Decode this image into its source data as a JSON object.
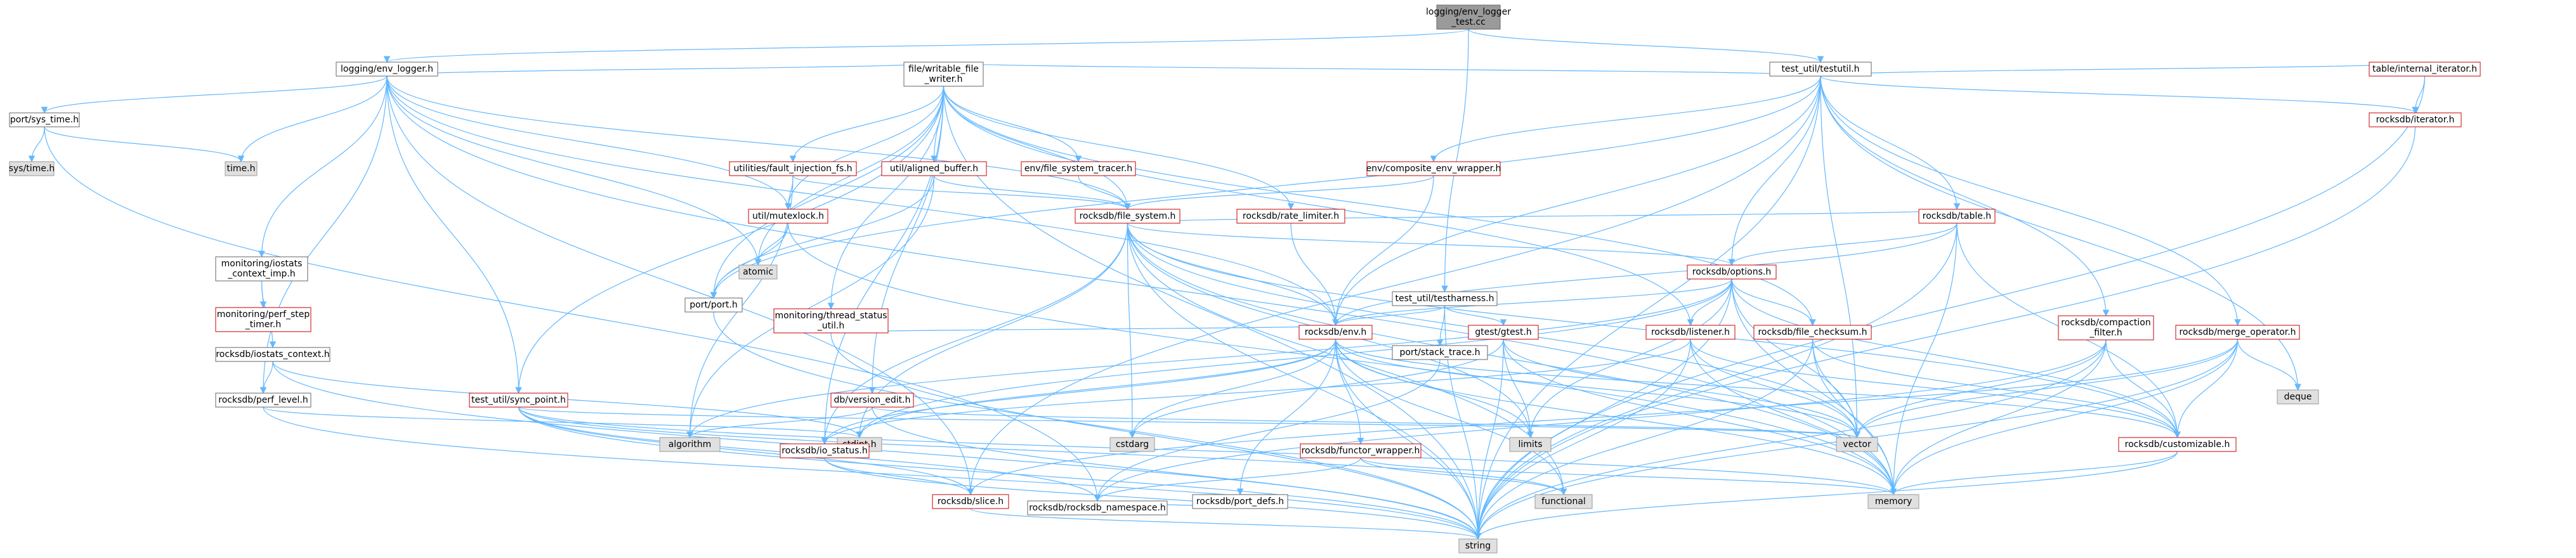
{
  "colors": {
    "root_fill": "#9a9a9a",
    "root_stroke": "#666666",
    "linked_stroke": "#c80000",
    "plain_stroke": "#666666",
    "node_fill": "#ffffff",
    "external_fill": "#e0e0e0",
    "external_stroke": "#999999",
    "edge": "#63b8ff"
  },
  "nodes": [
    {
      "id": "root",
      "lines": [
        "logging/env_logger",
        "_test.cc"
      ],
      "kind": "root"
    },
    {
      "id": "env_logger",
      "lines": [
        "logging/env_logger.h"
      ],
      "kind": "plain"
    },
    {
      "id": "testutil",
      "lines": [
        "test_util/testutil.h"
      ],
      "kind": "plain"
    },
    {
      "id": "testharness",
      "lines": [
        "test_util/testharness.h"
      ],
      "kind": "plain"
    },
    {
      "id": "sys_time",
      "lines": [
        "port/sys_time.h"
      ],
      "kind": "plain"
    },
    {
      "id": "writable_file_writer",
      "lines": [
        "file/writable_file",
        "_writer.h"
      ],
      "kind": "plain"
    },
    {
      "id": "table_iterator",
      "lines": [
        "table/internal_iterator.h"
      ],
      "kind": "linked"
    },
    {
      "id": "composite_env_wrapper",
      "lines": [
        "env/composite_env_wrapper.h"
      ],
      "kind": "linked"
    },
    {
      "id": "sys_time_h",
      "lines": [
        "sys/time.h"
      ],
      "kind": "external"
    },
    {
      "id": "time_h",
      "lines": [
        "time.h"
      ],
      "kind": "external"
    },
    {
      "id": "utilities_fault",
      "lines": [
        "utilities/fault_injection_fs.h"
      ],
      "kind": "linked"
    },
    {
      "id": "util_aligned",
      "lines": [
        "util/aligned_buffer.h"
      ],
      "kind": "linked"
    },
    {
      "id": "env_fs_tracer",
      "lines": [
        "env/file_system_tracer.h"
      ],
      "kind": "linked"
    },
    {
      "id": "rocksdb_iterator",
      "lines": [
        "rocksdb/iterator.h"
      ],
      "kind": "linked"
    },
    {
      "id": "util_mutexlock",
      "lines": [
        "util/mutexlock.h"
      ],
      "kind": "linked"
    },
    {
      "id": "rocksdb_file_system",
      "lines": [
        "rocksdb/file_system.h"
      ],
      "kind": "linked"
    },
    {
      "id": "rocksdb_rate_limiter",
      "lines": [
        "rocksdb/rate_limiter.h"
      ],
      "kind": "linked"
    },
    {
      "id": "monitoring_iostats_imp",
      "lines": [
        "monitoring/iostats",
        "_context_imp.h"
      ],
      "kind": "plain"
    },
    {
      "id": "rocksdb_table",
      "lines": [
        "rocksdb/table.h"
      ],
      "kind": "linked"
    },
    {
      "id": "atomic",
      "lines": [
        "atomic"
      ],
      "kind": "external"
    },
    {
      "id": "port_port",
      "lines": [
        "port/port.h"
      ],
      "kind": "plain"
    },
    {
      "id": "monitoring_perf_step",
      "lines": [
        "monitoring/perf_step",
        "_timer.h"
      ],
      "kind": "linked"
    },
    {
      "id": "rocksdb_iostats",
      "lines": [
        "rocksdb/iostats_context.h"
      ],
      "kind": "plain"
    },
    {
      "id": "monitoring_thread_status",
      "lines": [
        "monitoring/thread_status",
        "_util.h"
      ],
      "kind": "linked"
    },
    {
      "id": "rocksdb_options",
      "lines": [
        "rocksdb/options.h"
      ],
      "kind": "linked"
    },
    {
      "id": "port_stack_trace",
      "lines": [
        "port/stack_trace.h"
      ],
      "kind": "plain"
    },
    {
      "id": "gtest",
      "lines": [
        "gtest/gtest.h"
      ],
      "kind": "linked"
    },
    {
      "id": "rocksdb_perf_level",
      "lines": [
        "rocksdb/perf_level.h"
      ],
      "kind": "plain"
    },
    {
      "id": "test_sync_point",
      "lines": [
        "test_util/sync_point.h"
      ],
      "kind": "linked"
    },
    {
      "id": "db_version_edit",
      "lines": [
        "db/version_edit.h"
      ],
      "kind": "linked"
    },
    {
      "id": "rocksdb_env",
      "lines": [
        "rocksdb/env.h"
      ],
      "kind": "linked"
    },
    {
      "id": "rocksdb_listener",
      "lines": [
        "rocksdb/listener.h"
      ],
      "kind": "linked"
    },
    {
      "id": "rocksdb_file_checksum",
      "lines": [
        "rocksdb/file_checksum.h"
      ],
      "kind": "linked"
    },
    {
      "id": "rocksdb_compaction_filter",
      "lines": [
        "rocksdb/compaction",
        "_filter.h"
      ],
      "kind": "linked"
    },
    {
      "id": "rocksdb_merge_operator",
      "lines": [
        "rocksdb/merge_operator.h"
      ],
      "kind": "linked"
    },
    {
      "id": "deque",
      "lines": [
        "deque"
      ],
      "kind": "external"
    },
    {
      "id": "algorithm",
      "lines": [
        "algorithm"
      ],
      "kind": "external"
    },
    {
      "id": "stdint",
      "lines": [
        "stdint.h"
      ],
      "kind": "external"
    },
    {
      "id": "rocksdb_io_status",
      "lines": [
        "rocksdb/io_status.h"
      ],
      "kind": "linked"
    },
    {
      "id": "cstdarg",
      "lines": [
        "cstdarg"
      ],
      "kind": "external"
    },
    {
      "id": "rocksdb_functor",
      "lines": [
        "rocksdb/functor_wrapper.h"
      ],
      "kind": "linked"
    },
    {
      "id": "limits",
      "lines": [
        "limits"
      ],
      "kind": "external"
    },
    {
      "id": "vector",
      "lines": [
        "vector"
      ],
      "kind": "external"
    },
    {
      "id": "rocksdb_customizable",
      "lines": [
        "rocksdb/customizable.h"
      ],
      "kind": "linked"
    },
    {
      "id": "rocksdb_port_defs",
      "lines": [
        "rocksdb/port_defs.h"
      ],
      "kind": "plain"
    },
    {
      "id": "rocksdb_slice",
      "lines": [
        "rocksdb/slice.h"
      ],
      "kind": "linked"
    },
    {
      "id": "functional",
      "lines": [
        "functional"
      ],
      "kind": "external"
    },
    {
      "id": "rocksdb_namespace",
      "lines": [
        "rocksdb/rocksdb_namespace.h"
      ],
      "kind": "plain"
    },
    {
      "id": "memory",
      "lines": [
        "memory"
      ],
      "kind": "external"
    },
    {
      "id": "string",
      "lines": [
        "string"
      ],
      "kind": "external"
    }
  ],
  "edges": [
    [
      "root",
      "env_logger"
    ],
    [
      "root",
      "testutil"
    ],
    [
      "root",
      "testharness"
    ],
    [
      "env_logger",
      "sys_time"
    ],
    [
      "env_logger",
      "time_h"
    ],
    [
      "env_logger",
      "writable_file_writer"
    ],
    [
      "env_logger",
      "monitoring_iostats_imp"
    ],
    [
      "env_logger",
      "rocksdb_perf_level"
    ],
    [
      "env_logger",
      "atomic"
    ],
    [
      "env_logger",
      "util_mutexlock"
    ],
    [
      "env_logger",
      "rocksdb_file_system"
    ],
    [
      "env_logger",
      "rocksdb_env"
    ],
    [
      "env_logger",
      "rocksdb_slice"
    ],
    [
      "env_logger",
      "memory"
    ],
    [
      "env_logger",
      "test_sync_point"
    ],
    [
      "sys_time",
      "sys_time_h"
    ],
    [
      "sys_time",
      "time_h"
    ],
    [
      "sys_time",
      "rocksdb_namespace"
    ],
    [
      "testutil",
      "writable_file_writer"
    ],
    [
      "testutil",
      "table_iterator"
    ],
    [
      "testutil",
      "composite_env_wrapper"
    ],
    [
      "testutil",
      "rocksdb_iterator"
    ],
    [
      "testutil",
      "rocksdb_table"
    ],
    [
      "testutil",
      "rocksdb_options"
    ],
    [
      "testutil",
      "rocksdb_compaction_filter"
    ],
    [
      "testutil",
      "rocksdb_merge_operator"
    ],
    [
      "testutil",
      "deque"
    ],
    [
      "testutil",
      "rocksdb_env"
    ],
    [
      "testutil",
      "string"
    ],
    [
      "testutil",
      "vector"
    ],
    [
      "testutil",
      "port_port"
    ],
    [
      "testutil",
      "rocksdb_slice"
    ],
    [
      "table_iterator",
      "rocksdb_iterator"
    ],
    [
      "table_iterator",
      "string"
    ],
    [
      "rocksdb_iterator",
      "string"
    ],
    [
      "writable_file_writer",
      "utilities_fault"
    ],
    [
      "writable_file_writer",
      "util_aligned"
    ],
    [
      "writable_file_writer",
      "env_fs_tracer"
    ],
    [
      "writable_file_writer",
      "rocksdb_rate_limiter"
    ],
    [
      "writable_file_writer",
      "rocksdb_file_system"
    ],
    [
      "writable_file_writer",
      "monitoring_thread_status"
    ],
    [
      "writable_file_writer",
      "db_version_edit"
    ],
    [
      "writable_file_writer",
      "rocksdb_listener"
    ],
    [
      "writable_file_writer",
      "rocksdb_file_checksum"
    ],
    [
      "writable_file_writer",
      "atomic"
    ],
    [
      "writable_file_writer",
      "string"
    ],
    [
      "writable_file_writer",
      "test_sync_point"
    ],
    [
      "writable_file_writer",
      "util_mutexlock"
    ],
    [
      "writable_file_writer",
      "port_port"
    ],
    [
      "writable_file_writer",
      "rocksdb_io_status"
    ],
    [
      "utilities_fault",
      "util_mutexlock"
    ],
    [
      "utilities_fault",
      "rocksdb_file_system"
    ],
    [
      "utilities_fault",
      "algorithm"
    ],
    [
      "util_aligned",
      "port_port"
    ],
    [
      "util_aligned",
      "algorithm"
    ],
    [
      "util_aligned",
      "rocksdb_file_system"
    ],
    [
      "env_fs_tracer",
      "rocksdb_file_system"
    ],
    [
      "composite_env_wrapper",
      "rocksdb_file_system"
    ],
    [
      "composite_env_wrapper",
      "rocksdb_env"
    ],
    [
      "util_mutexlock",
      "atomic"
    ],
    [
      "util_mutexlock",
      "port_port"
    ],
    [
      "util_mutexlock",
      "memory"
    ],
    [
      "port_port",
      "string"
    ],
    [
      "rocksdb_rate_limiter",
      "rocksdb_env"
    ],
    [
      "rocksdb_file_system",
      "rocksdb_table"
    ],
    [
      "rocksdb_file_system",
      "rocksdb_options"
    ],
    [
      "rocksdb_file_system",
      "rocksdb_env"
    ],
    [
      "rocksdb_file_system",
      "rocksdb_io_status"
    ],
    [
      "rocksdb_file_system",
      "rocksdb_customizable"
    ],
    [
      "rocksdb_file_system",
      "stdint"
    ],
    [
      "rocksdb_file_system",
      "cstdarg"
    ],
    [
      "rocksdb_file_system",
      "limits"
    ],
    [
      "rocksdb_file_system",
      "vector"
    ],
    [
      "rocksdb_file_system",
      "memory"
    ],
    [
      "rocksdb_file_system",
      "functional"
    ],
    [
      "rocksdb_file_system",
      "string"
    ],
    [
      "rocksdb_table",
      "rocksdb_options"
    ],
    [
      "rocksdb_table",
      "rocksdb_customizable"
    ],
    [
      "rocksdb_table",
      "rocksdb_env"
    ],
    [
      "rocksdb_table",
      "string"
    ],
    [
      "rocksdb_table",
      "memory"
    ],
    [
      "monitoring_iostats_imp",
      "monitoring_perf_step"
    ],
    [
      "monitoring_iostats_imp",
      "rocksdb_iostats"
    ],
    [
      "rocksdb_iostats",
      "rocksdb_perf_level"
    ],
    [
      "rocksdb_iostats",
      "stdint"
    ],
    [
      "rocksdb_iostats",
      "string"
    ],
    [
      "rocksdb_perf_level",
      "stdint"
    ],
    [
      "rocksdb_perf_level",
      "string"
    ],
    [
      "monitoring_thread_status",
      "rocksdb_env"
    ],
    [
      "monitoring_thread_status",
      "string"
    ],
    [
      "rocksdb_options",
      "rocksdb_env"
    ],
    [
      "rocksdb_options",
      "rocksdb_listener"
    ],
    [
      "rocksdb_options",
      "rocksdb_file_checksum"
    ],
    [
      "rocksdb_options",
      "rocksdb_customizable"
    ],
    [
      "rocksdb_options",
      "vector"
    ],
    [
      "rocksdb_options",
      "memory"
    ],
    [
      "rocksdb_options",
      "string"
    ],
    [
      "rocksdb_options",
      "limits"
    ],
    [
      "rocksdb_options",
      "stdint"
    ],
    [
      "rocksdb_options",
      "algorithm"
    ],
    [
      "testharness",
      "port_stack_trace"
    ],
    [
      "testharness",
      "gtest"
    ],
    [
      "testharness",
      "rocksdb_env"
    ],
    [
      "testharness",
      "string"
    ],
    [
      "gtest",
      "limits"
    ],
    [
      "gtest",
      "vector"
    ],
    [
      "gtest",
      "memory"
    ],
    [
      "gtest",
      "string"
    ],
    [
      "gtest",
      "cstdarg"
    ],
    [
      "test_sync_point",
      "functional"
    ],
    [
      "test_sync_point",
      "rocksdb_namespace"
    ],
    [
      "test_sync_point",
      "string"
    ],
    [
      "test_sync_point",
      "vector"
    ],
    [
      "test_sync_point",
      "memory"
    ],
    [
      "test_sync_point",
      "rocksdb_slice"
    ],
    [
      "db_version_edit",
      "algorithm"
    ],
    [
      "db_version_edit",
      "vector"
    ],
    [
      "db_version_edit",
      "string"
    ],
    [
      "rocksdb_env",
      "rocksdb_functor"
    ],
    [
      "rocksdb_env",
      "rocksdb_port_defs"
    ],
    [
      "rocksdb_env",
      "rocksdb_io_status"
    ],
    [
      "rocksdb_env",
      "rocksdb_customizable"
    ],
    [
      "rocksdb_env",
      "limits"
    ],
    [
      "rocksdb_env",
      "vector"
    ],
    [
      "rocksdb_env",
      "memory"
    ],
    [
      "rocksdb_env",
      "functional"
    ],
    [
      "rocksdb_env",
      "string"
    ],
    [
      "rocksdb_env",
      "stdint"
    ],
    [
      "rocksdb_env",
      "cstdarg"
    ],
    [
      "rocksdb_listener",
      "rocksdb_customizable"
    ],
    [
      "rocksdb_listener",
      "vector"
    ],
    [
      "rocksdb_listener",
      "memory"
    ],
    [
      "rocksdb_listener",
      "string"
    ],
    [
      "rocksdb_listener",
      "rocksdb_io_status"
    ],
    [
      "rocksdb_file_checksum",
      "rocksdb_customizable"
    ],
    [
      "rocksdb_file_checksum",
      "vector"
    ],
    [
      "rocksdb_file_checksum",
      "memory"
    ],
    [
      "rocksdb_file_checksum",
      "string"
    ],
    [
      "rocksdb_compaction_filter",
      "rocksdb_customizable"
    ],
    [
      "rocksdb_compaction_filter",
      "vector"
    ],
    [
      "rocksdb_compaction_filter",
      "memory"
    ],
    [
      "rocksdb_compaction_filter",
      "string"
    ],
    [
      "rocksdb_compaction_filter",
      "rocksdb_namespace"
    ],
    [
      "rocksdb_merge_operator",
      "rocksdb_customizable"
    ],
    [
      "rocksdb_merge_operator",
      "deque"
    ],
    [
      "rocksdb_merge_operator",
      "vector"
    ],
    [
      "rocksdb_merge_operator",
      "memory"
    ],
    [
      "rocksdb_merge_operator",
      "string"
    ],
    [
      "rocksdb_merge_operator",
      "rocksdb_slice"
    ],
    [
      "rocksdb_io_status",
      "rocksdb_slice"
    ],
    [
      "rocksdb_io_status",
      "string"
    ],
    [
      "rocksdb_functor",
      "functional"
    ],
    [
      "rocksdb_functor",
      "memory"
    ],
    [
      "rocksdb_functor",
      "rocksdb_namespace"
    ],
    [
      "rocksdb_port_defs",
      "rocksdb_namespace"
    ],
    [
      "rocksdb_customizable",
      "memory"
    ],
    [
      "rocksdb_customizable",
      "string"
    ],
    [
      "rocksdb_slice",
      "string"
    ],
    [
      "port_stack_trace",
      "rocksdb_namespace"
    ]
  ]
}
